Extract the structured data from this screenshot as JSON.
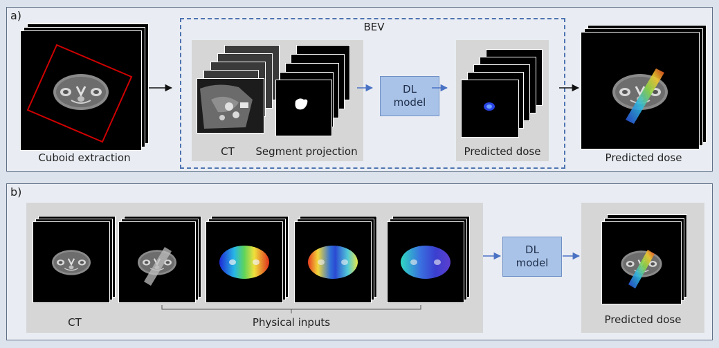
{
  "panel_a": {
    "label": "a)",
    "bev_label": "BEV",
    "cuboid_label": "Cuboid extraction",
    "ct_label": "CT",
    "segment_label": "Segment projection",
    "dl_line1": "DL",
    "dl_line2": "model",
    "predicted_inner_label": "Predicted dose",
    "predicted_label": "Predicted dose"
  },
  "panel_b": {
    "label": "b)",
    "ct_label": "CT",
    "physical_label": "Physical inputs",
    "dl_line1": "DL",
    "dl_line2": "model",
    "predicted_label": "Predicted dose"
  },
  "colors": {
    "arrow_blue": "#4a72c4",
    "dl_fill": "#a9c3e8",
    "cuboid_red": "#d00000",
    "bev_border": "#4e73b0"
  }
}
